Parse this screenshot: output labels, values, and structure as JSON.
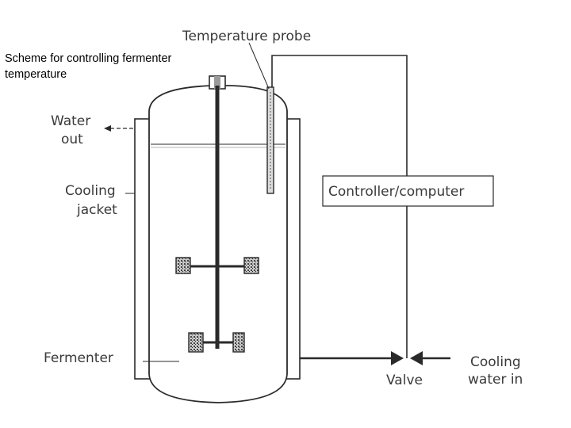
{
  "caption": "Scheme for controlling fermenter temperature",
  "labels": {
    "temperature_probe": "Temperature probe",
    "water_out_line1": "Water",
    "water_out_line2": "out",
    "cooling_jacket_line1": "Cooling",
    "cooling_jacket_line2": "jacket",
    "controller": "Controller/computer",
    "fermenter": "Fermenter",
    "valve": "Valve",
    "cooling_water_in_line1": "Cooling",
    "cooling_water_in_line2": "water in"
  },
  "colors": {
    "line": "#2a2a2a",
    "label": "#3a3a3a",
    "impeller_fill": "#8a8a8a"
  }
}
